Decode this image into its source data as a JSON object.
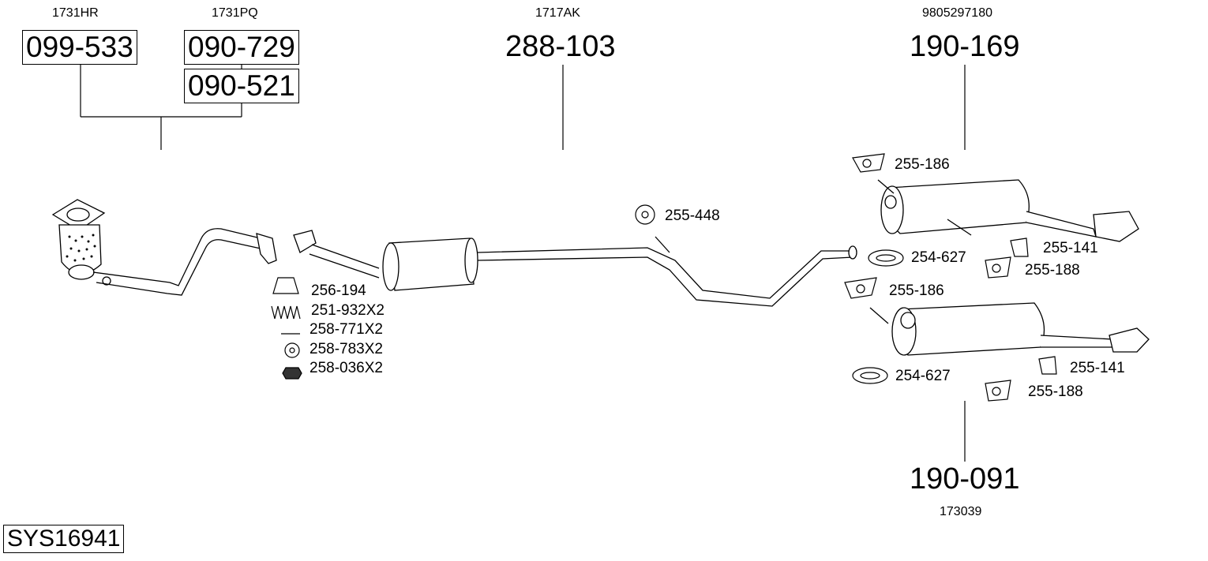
{
  "diagram": {
    "system_code": "SYS16941",
    "top_codes": {
      "cat1": "1731HR",
      "cat2": "1731PQ",
      "middle": "1717AK",
      "rear_upper": "9805297180",
      "rear_lower": "173039"
    },
    "part_numbers": {
      "catalyst_1": "099-533",
      "catalyst_2": "090-729",
      "catalyst_3": "090-521",
      "middle_silencer": "288-103",
      "rear_silencer_upper": "190-169",
      "rear_silencer_lower": "190-091"
    },
    "fittings": {
      "left": [
        "256-194",
        "251-932X2",
        "258-771X2",
        "258-783X2",
        "258-036X2"
      ],
      "middle": [
        "255-448"
      ],
      "upper_rear": [
        "255-186",
        "254-627",
        "255-141",
        "255-188"
      ],
      "lower_rear": [
        "255-186",
        "254-627",
        "255-141",
        "255-188"
      ]
    }
  }
}
